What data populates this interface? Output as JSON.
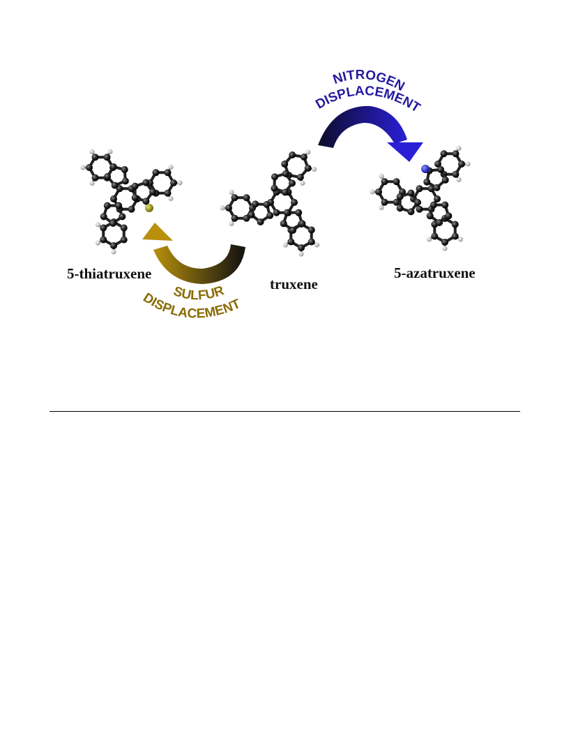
{
  "molecules": [
    {
      "id": "thia",
      "label": "5-thiatruxene",
      "heteroatom": "S",
      "heteroatom_color": "#8c8a1e"
    },
    {
      "id": "trux",
      "label": "truxene",
      "heteroatom": "",
      "heteroatom_color": ""
    },
    {
      "id": "aza",
      "label": "5-azatruxene",
      "heteroatom": "N",
      "heteroatom_color": "#1f2bd0"
    }
  ],
  "arrows": [
    {
      "id": "nitrogen",
      "line1": "NITROGEN",
      "line2": "DISPLACEMENT",
      "color": "#241a9e",
      "color_start": "#0d0d2a",
      "color_end": "#2a1fd6"
    },
    {
      "id": "sulfur",
      "line1": "SULFUR",
      "line2": "DISPLACEMENT",
      "color": "#8a6b06",
      "color_start": "#111111",
      "color_end": "#b8900c"
    }
  ],
  "atom_colors": {
    "carbon": "#1a1a1a",
    "hydrogen": "#d9d9d9",
    "bond": "#222222"
  }
}
